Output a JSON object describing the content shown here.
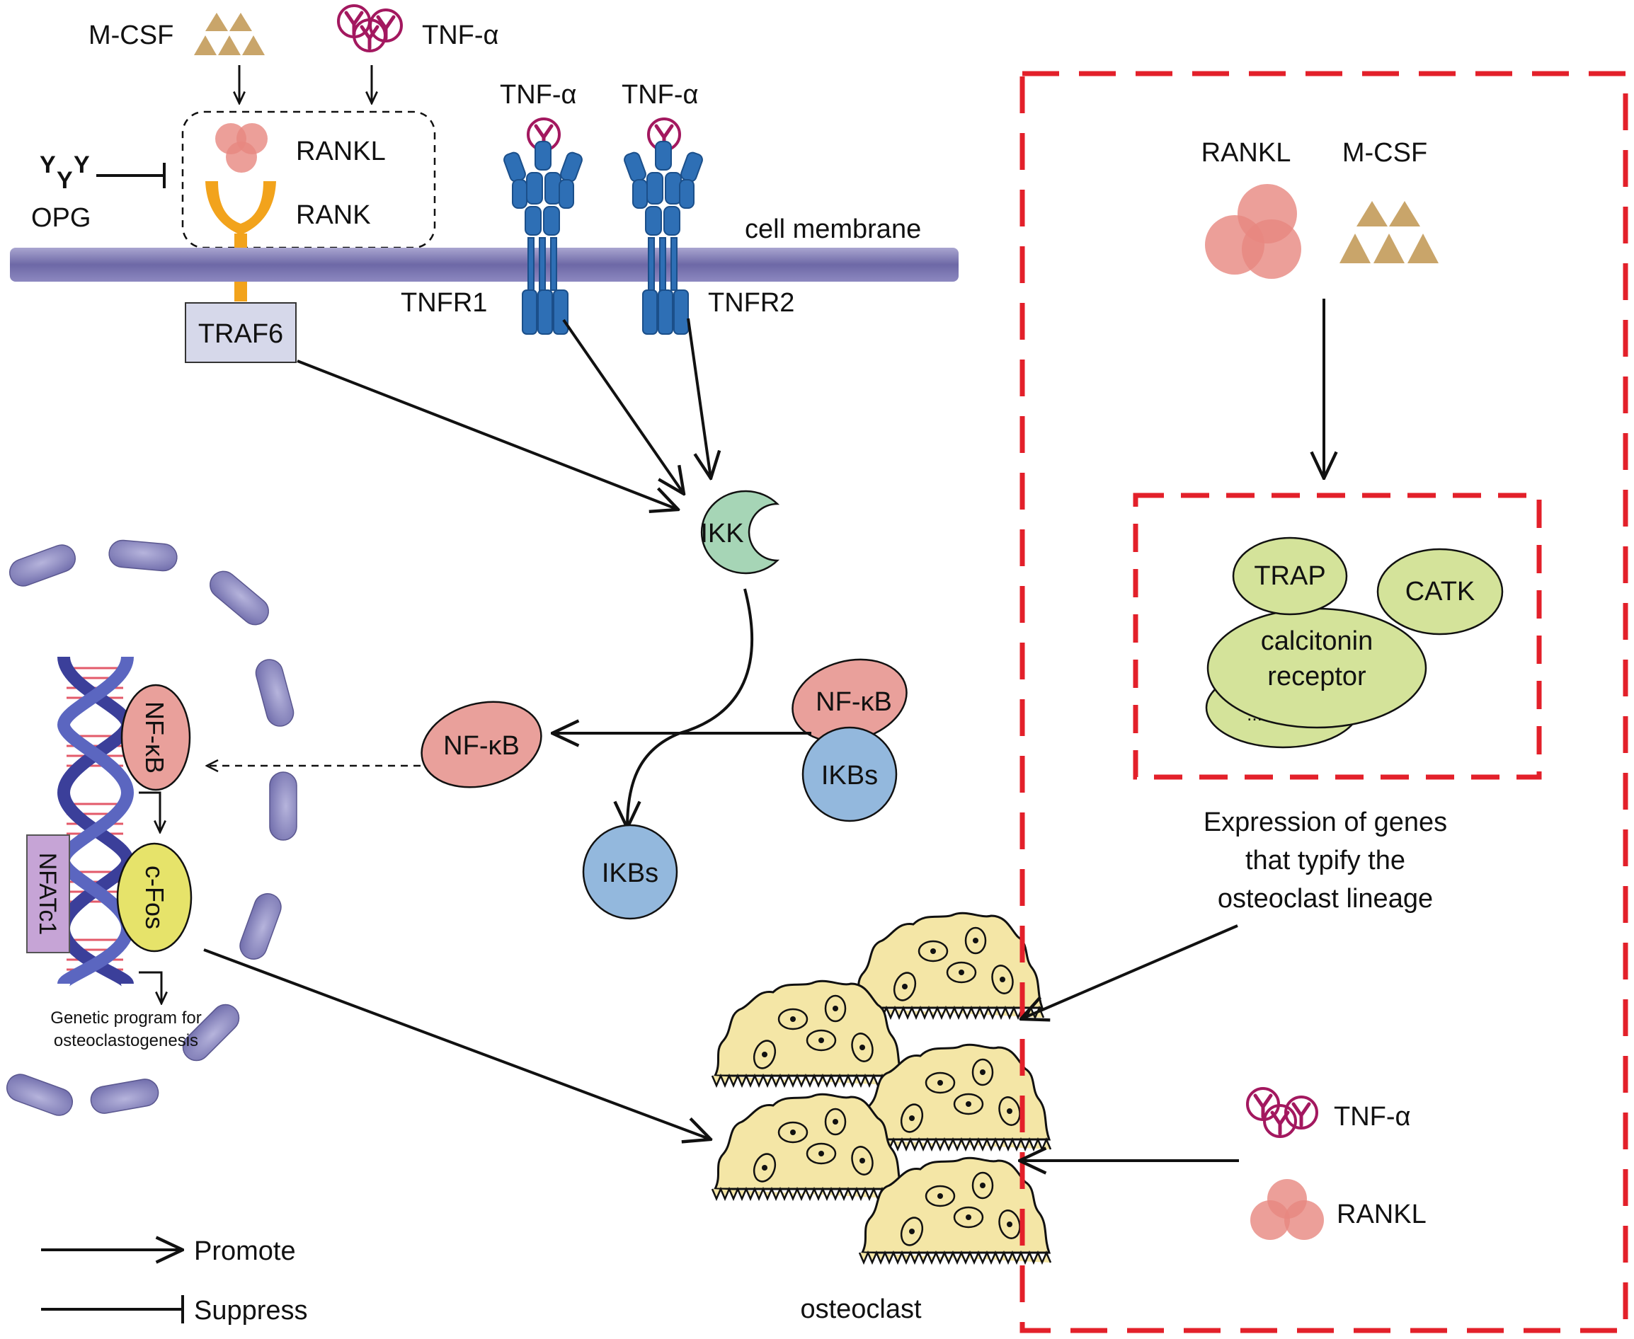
{
  "ligands": {
    "mcsf": "M-CSF",
    "tnf": "TNF-α",
    "opg": "OPG",
    "rankl": "RANKL",
    "rank": "RANK"
  },
  "membrane": {
    "label": "cell membrane",
    "tnf_left": "TNF-α",
    "tnf_right": "TNF-α",
    "tnfr1": "TNFR1",
    "tnfr2": "TNFR2",
    "traf6": "TRAF6"
  },
  "pathway": {
    "ikk": "IKK",
    "nfkb_free": "NF-κB",
    "nfkb_complex": "NF-κB",
    "ikbs_complex": "IKBs",
    "ikbs_free": "IKBs"
  },
  "nucleus": {
    "nfkb": "NF-κB",
    "nfatc1": "NFATc1",
    "cfos": "c-Fos",
    "program_line1": "Genetic program for",
    "program_line2": "osteoclastogenesis"
  },
  "legend": {
    "promote": "Promote",
    "suppress": "Suppress"
  },
  "osteoclast_label": "osteoclast",
  "right_panel": {
    "rankl": "RANKL",
    "mcsf": "M-CSF",
    "genes": [
      "TRAP",
      "CATK",
      "calcitonin",
      "receptor",
      "..."
    ],
    "expression_lines": [
      "Expression of genes",
      "that typify the",
      "osteoclast lineage"
    ],
    "tnf": "TNF-α",
    "rankl_bottom": "RANKL"
  },
  "colors": {
    "membrane": "#7b76b0",
    "receptor_blue": "#2e6fb5",
    "rank_orange": "#f2a31c",
    "rankl_pink": "#e7877f",
    "mcsf_tan": "#c9a56a",
    "tnf_magenta": "#a3185f",
    "opg_green": "#1a9a4a",
    "ikk_green": "#a6d5b6",
    "nfkb_pink": "#e9a09b",
    "ikbs_blue": "#93b8dd",
    "cfos_yellow": "#e6e36a",
    "nfatc1_purple": "#c6a4d6",
    "gene_green": "#d4e39a",
    "osteoclast": "#f4e6a6",
    "red_dash": "#e3202a",
    "traf6_box": "#d6d8ea"
  }
}
